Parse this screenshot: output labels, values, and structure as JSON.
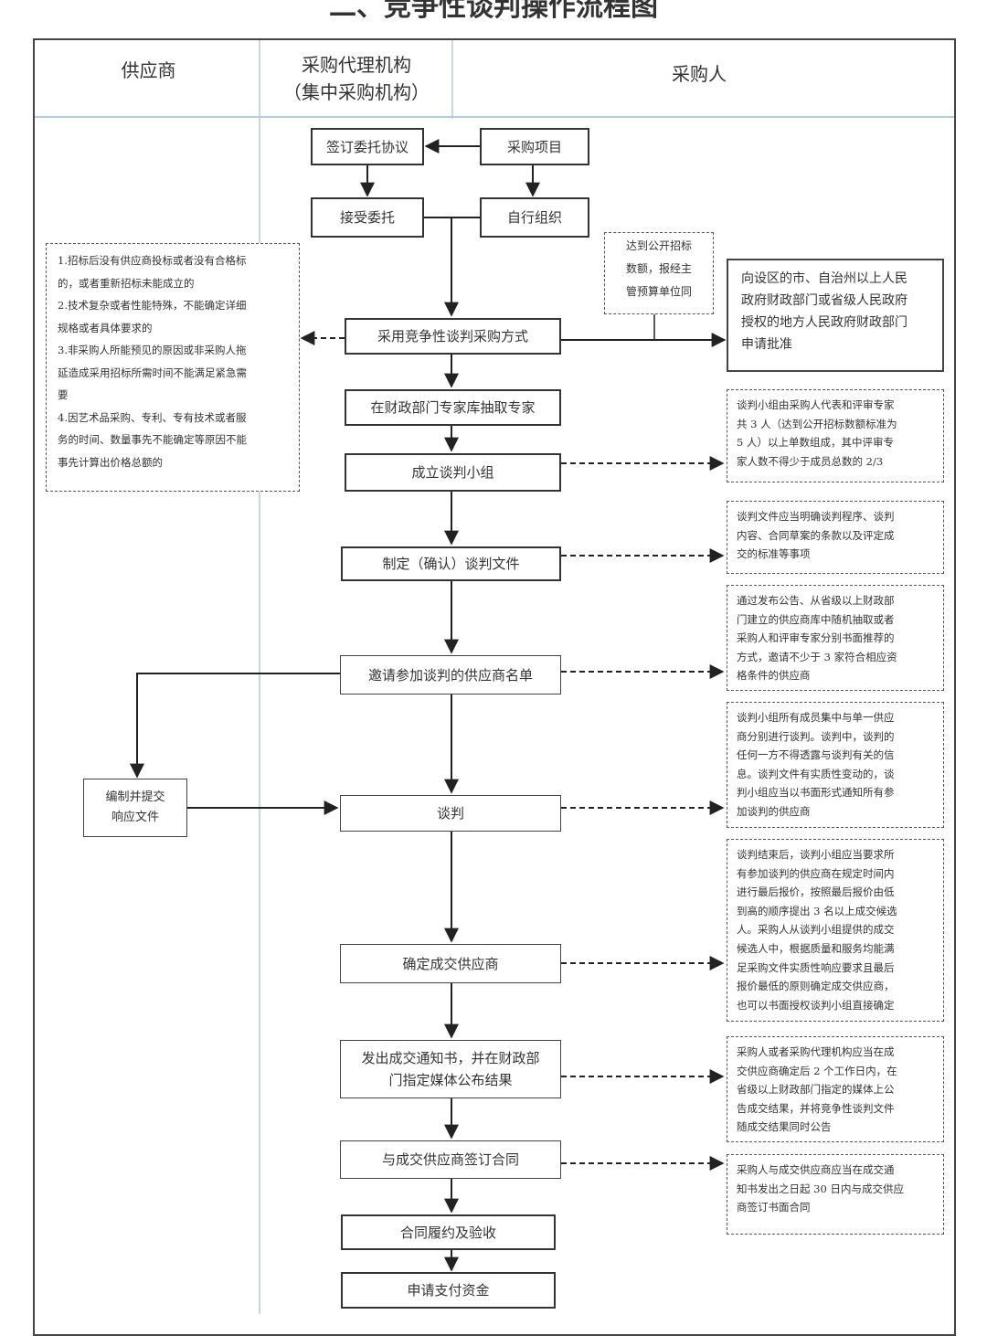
{
  "title": "二、竞争性谈判操作流程图",
  "lanes": {
    "supplier": "供应商",
    "agency_line1": "采购代理机构",
    "agency_line2": "（集中采购机构）",
    "purchaser": "采购人"
  },
  "steps": {
    "sign_agreement": "签订委托协议",
    "procurement_project": "采购项目",
    "accept_entrustment": "接受委托",
    "self_organize": "自行组织",
    "adopt_method": "采用竞争性谈判采购方式",
    "draw_experts": "在财政部门专家库抽取专家",
    "form_panel": "成立谈判小组",
    "make_docs": "制定（确认）谈判文件",
    "invite_list": "邀请参加谈判的供应商名单",
    "prepare_response_line1": "编制并提交",
    "prepare_response_line2": "响应文件",
    "negotiate": "谈判",
    "determine_supplier": "确定成交供应商",
    "notice_line1": "发出成交通知书，并在财政部",
    "notice_line2": "门指定媒体公布结果",
    "sign_contract": "与成交供应商签订合同",
    "performance": "合同履约及验收",
    "apply_payment": "申请支付资金"
  },
  "notes": {
    "conditions": [
      "1.招标后没有供应商投标或者没有合格标",
      "的，或者重新招标未能成立的",
      "2.技术复杂或者性能特殊，不能确定详细",
      "规格或者具体要求的",
      "3.非采购人所能预见的原因或非采购人拖",
      "延造成采用招标所需时间不能满足紧急需",
      "要",
      "4.因艺术品采购、专利、专有技术或者服",
      "务的时间、数量事先不能确定等原因不能",
      "事先计算出价格总额的"
    ],
    "threshold": [
      "达到公开招标",
      "数额，报经主",
      "管预算单位同"
    ],
    "approval": [
      "向设区的市、自治州以上人民",
      "政府财政部门或省级人民政府",
      "授权的地方人民政府财政部门",
      "申请批准"
    ],
    "panel": [
      "谈判小组由采购人代表和评审专家",
      "共 3 人（达到公开招标数额标准为",
      "5 人）以上单数组成，其中评审专",
      "家人数不得少于成员总数的 2/3"
    ],
    "docs": [
      "谈判文件应当明确谈判程序、谈判",
      "内容、合同草案的条款以及评定成",
      "交的标准等事项"
    ],
    "invite": [
      "通过发布公告、从省级以上财政部",
      "门建立的供应商库中随机抽取或者",
      "采购人和评审专家分别书面推荐的",
      "方式，邀请不少于 3 家符合相应资",
      "格条件的供应商"
    ],
    "negotiate": [
      "谈判小组所有成员集中与单一供应",
      "商分别进行谈判。谈判中，谈判的",
      "任何一方不得透露与谈判有关的信",
      "息。谈判文件有实质性变动的，谈",
      "判小组应当以书面形式通知所有参",
      "加谈判的供应商"
    ],
    "determine": [
      "谈判结束后，谈判小组应当要求所",
      "有参加谈判的供应商在规定时间内",
      "进行最后报价，按照最后报价由低",
      "到高的顺序提出 3 名以上成交候选",
      "人。采购人从谈判小组提供的成交",
      "候选人中，根据质量和服务均能满",
      "足采购文件实质性响应要求且最后",
      "报价最低的原则确定成交供应商，",
      "也可以书面授权谈判小组直接确定"
    ],
    "notice": [
      "采购人或者采购代理机构应当在成",
      "交供应商确定后 2 个工作日内，在",
      "省级以上财政部门指定的媒体上公",
      "告成交结果，并将竞争性谈判文件",
      "随成交结果同时公告"
    ],
    "contract": [
      "采购人与成交供应商应当在成交通",
      "知书发出之日起 30 日内与成交供应",
      "商签订书面合同"
    ]
  }
}
